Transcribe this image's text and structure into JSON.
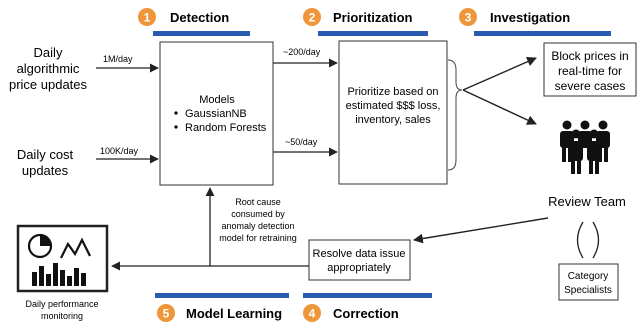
{
  "colors": {
    "accent_bar": "#2A5BB3",
    "step_circle": "#F0963A",
    "box_stroke": "#333333",
    "icon_dark": "#111111"
  },
  "steps": [
    {
      "num": "1",
      "label": "Detection"
    },
    {
      "num": "2",
      "label": "Prioritization"
    },
    {
      "num": "3",
      "label": "Investigation"
    },
    {
      "num": "4",
      "label": "Correction"
    },
    {
      "num": "5",
      "label": "Model Learning"
    }
  ],
  "inputs": {
    "price_updates": [
      "Daily",
      "algorithmic",
      "price updates"
    ],
    "price_rate": "1M/day",
    "cost_updates": [
      "Daily cost",
      "updates"
    ],
    "cost_rate": "100K/day"
  },
  "models_box": {
    "title": "Models",
    "items": [
      "GaussianNB",
      "Random Forests"
    ]
  },
  "flows": {
    "top_rate": "~200/day",
    "bottom_rate": "~50/day"
  },
  "prioritize_box": [
    "Prioritize based on",
    "estimated $$$ loss,",
    "inventory, sales"
  ],
  "block_box": [
    "Block prices in",
    "real-time for",
    "severe cases"
  ],
  "review_team": "Review Team",
  "category_box": [
    "Category",
    "Specialists"
  ],
  "resolve_box": [
    "Resolve data issue",
    "appropriately"
  ],
  "root_cause": [
    "Root cause",
    "consumed by",
    "anomaly detection",
    "model for retraining"
  ],
  "monitoring": [
    "Daily performance",
    "monitoring"
  ]
}
